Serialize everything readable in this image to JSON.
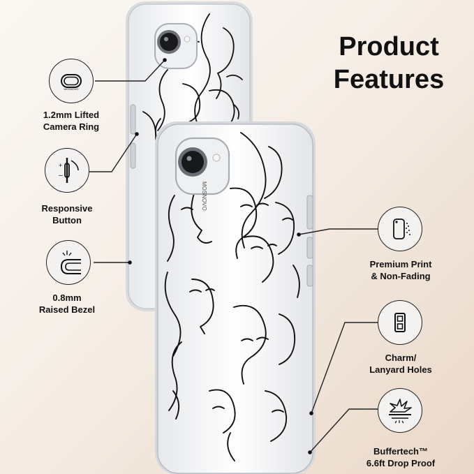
{
  "title": {
    "line1": "Product",
    "line2": "Features"
  },
  "features": {
    "camera_ring": {
      "line1": "1.2mm Lifted",
      "line2": "Camera Ring",
      "icon": "camera-ring-icon"
    },
    "responsive_button": {
      "line1": "Responsive",
      "line2": "Button",
      "icon": "side-button-icon"
    },
    "raised_bezel": {
      "line1": "0.8mm",
      "line2": "Raised Bezel",
      "icon": "raised-bezel-icon"
    },
    "premium_print": {
      "line1": "Premium Print",
      "line2": "& Non-Fading",
      "icon": "phone-print-icon"
    },
    "lanyard_holes": {
      "line1": "Charm/",
      "line2": "Lanyard Holes",
      "icon": "lanyard-hole-icon"
    },
    "drop_proof": {
      "line1": "Buffertech™",
      "line2": "6.6ft Drop Proof",
      "icon": "impact-burst-icon"
    }
  },
  "product": {
    "brand": "MOSNOVO"
  },
  "colors": {
    "line_art": "#111111",
    "case_edge": "#c9ccd0",
    "background": "#f6efe8"
  }
}
